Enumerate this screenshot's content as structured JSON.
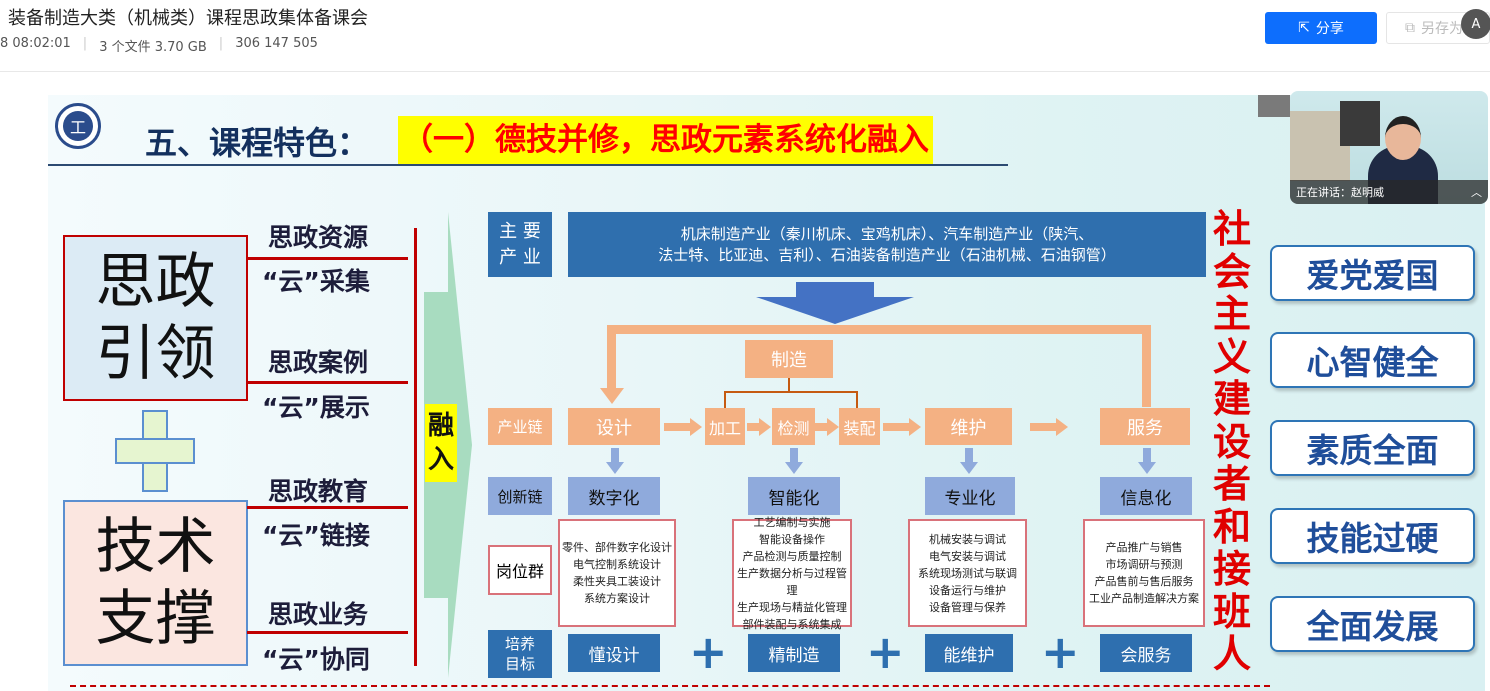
{
  "header": {
    "title": "装备制造大类（机械类）课程思政集体备课会",
    "meta": [
      "8 08:02:01",
      "3 个文件 3.70 GB",
      "306 147 505"
    ],
    "share_label": "分享",
    "saveas_label": "另存为",
    "ocr_label": "A",
    "accent": "#0d6efd"
  },
  "slide": {
    "heading": "五、课程特色：",
    "heading_highlight": "（一）德技并修，思政元素系统化融入",
    "logo_text": "工",
    "left": {
      "box1": [
        "思政",
        "引领"
      ],
      "box2": [
        "技术",
        "支撑"
      ],
      "plus": "+",
      "labels": [
        "思政资源",
        "“云”采集",
        "思政案例",
        "“云”展示",
        "思政教育",
        "“云”链接",
        "思政业务",
        "“云”协同"
      ],
      "merge": [
        "融",
        "入"
      ]
    },
    "center": {
      "row_labels": {
        "industry": [
          "主 要",
          "产 业"
        ],
        "chain": "产业链",
        "innovation": "创新链",
        "jobs": "岗位群",
        "goals": [
          "培养",
          "目标"
        ]
      },
      "industry_text": [
        "机床制造产业（秦川机床、宝鸡机床）、汽车制造产业（陕汽、",
        "法士特、比亚迪、吉利）、石油装备制造产业（石油机械、石油钢管）"
      ],
      "manufacture": "制造",
      "chain": [
        "设计",
        "加工",
        "检测",
        "装配",
        "维护",
        "服务"
      ],
      "innovation": [
        "数字化",
        "智能化",
        "专业化",
        "信息化"
      ],
      "jobs": [
        [
          "零件、部件数字化设计",
          "电气控制系统设计",
          "柔性夹具工装设计",
          "系统方案设计"
        ],
        [
          "工艺编制与实施",
          "智能设备操作",
          "产品检测与质量控制",
          "生产数据分析与过程管理",
          "生产现场与精益化管理",
          "部件装配与系统集成"
        ],
        [
          "机械安装与调试",
          "电气安装与调试",
          "系统现场测试与联调",
          "设备运行与维护",
          "设备管理与保养"
        ],
        [
          "产品推广与销售",
          "市场调研与预测",
          "产品售前与售后服务",
          "工业产品制造解决方案"
        ]
      ],
      "goals": [
        "懂设计",
        "精制造",
        "能维护",
        "会服务"
      ],
      "plus": "+"
    },
    "vertical_text": "社会主义建设者和接班人",
    "right_boxes": [
      "爱党爱国",
      "心智健全",
      "素质全面",
      "技能过硬",
      "全面发展"
    ]
  },
  "video": {
    "speaking_label": "正在讲话：赵明威"
  }
}
